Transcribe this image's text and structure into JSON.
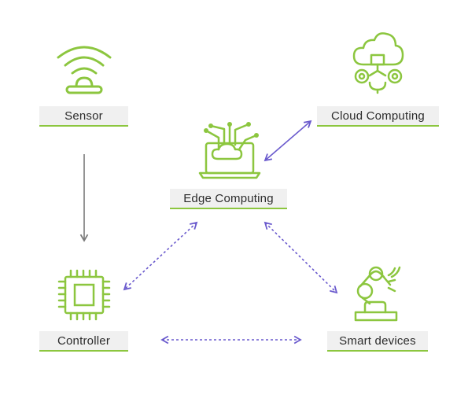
{
  "nodes": {
    "sensor": {
      "label": "Sensor",
      "icon": "wifi-sensor-icon"
    },
    "cloud": {
      "label": "Cloud Computing",
      "icon": "cloud-gears-icon"
    },
    "edge": {
      "label": "Edge Computing",
      "icon": "laptop-cloud-icon"
    },
    "controller": {
      "label": "Controller",
      "icon": "chip-icon"
    },
    "smart": {
      "label": "Smart devices",
      "icon": "robot-arm-icon"
    }
  },
  "colors": {
    "icon": "#8cc63f",
    "label_bg": "#f0f0f0",
    "label_text": "#2b2b2b",
    "arrow_solid": "#7a7a7a",
    "arrow_dashed": "#6a5acd"
  }
}
